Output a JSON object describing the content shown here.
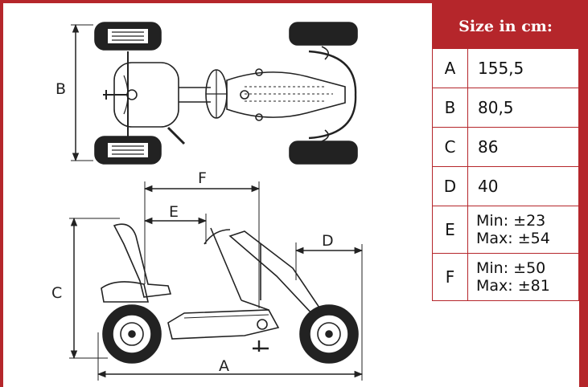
{
  "colors": {
    "accent": "#b5262b",
    "line": "#222222"
  },
  "table": {
    "header": "Size in cm:",
    "rows": [
      {
        "key": "A",
        "value": "155,5"
      },
      {
        "key": "B",
        "value": "80,5"
      },
      {
        "key": "C",
        "value": "86"
      },
      {
        "key": "D",
        "value": "40"
      },
      {
        "key": "E",
        "min": "Min: ±23",
        "max": "Max: ±54"
      },
      {
        "key": "F",
        "min": "Min: ±50",
        "max": "Max: ±81"
      }
    ]
  },
  "diagram": {
    "top_view": {
      "width_label": "B"
    },
    "side_view": {
      "length_label": "A",
      "height_label": "C",
      "front_label": "D",
      "seat_label": "E",
      "steering_label": "F"
    }
  }
}
